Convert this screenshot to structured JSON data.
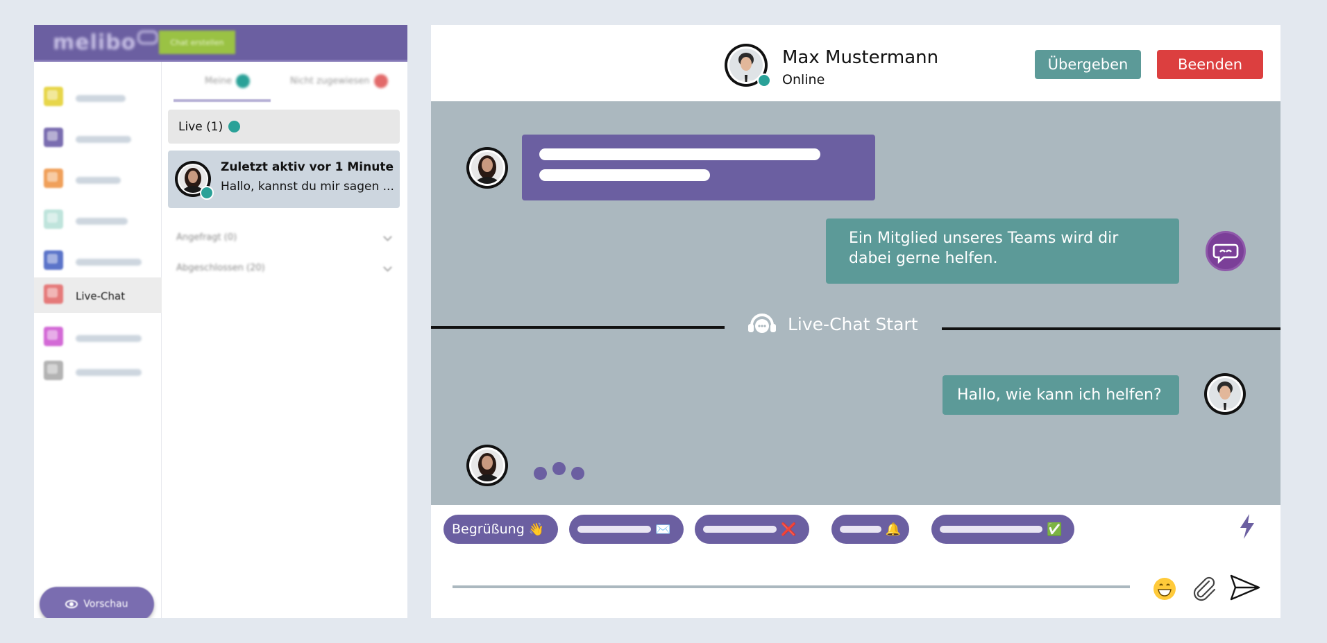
{
  "left_app": {
    "logo": "melibo",
    "create_button": "Chat erstellen",
    "nav": {
      "active_label": "Live-Chat",
      "icons": [
        "dashboard-icon",
        "chat-icon",
        "integrations-icon",
        "analytics-icon",
        "automation-icon",
        "live-chat-icon",
        "design-icon",
        "settings-icon"
      ]
    },
    "preview_button": "Vorschau",
    "tabs": {
      "mine": "Meine",
      "unassigned": "Nicht zugewiesen"
    },
    "live_header": "Live (1)",
    "chat_item": {
      "title": "Zuletzt aktiv vor 1 Minute",
      "preview": "Hallo, kannst du mir sagen ..."
    },
    "sections": {
      "requested": "Angefragt (0)",
      "closed": "Abgeschlossen (20)"
    }
  },
  "chat": {
    "agent_name": "Max Mustermann",
    "agent_status": "Online",
    "buttons": {
      "transfer": "Übergeben",
      "end": "Beenden"
    },
    "messages": {
      "bot_reply": "Ein Mitglied unseres Teams wird dir dabei gerne helfen.",
      "divider": "Live-Chat Start",
      "agent_reply": "Hallo, wie kann ich helfen?"
    },
    "quick_replies": [
      {
        "label": "Begrüßung",
        "emoji": "👋"
      },
      {
        "label": "",
        "emoji": "✉️"
      },
      {
        "label": "",
        "emoji": "❌"
      },
      {
        "label": "",
        "emoji": "🔔"
      },
      {
        "label": "",
        "emoji": "✅"
      }
    ],
    "input": {
      "value": "",
      "placeholder": ""
    }
  },
  "colors": {
    "brand_purple": "#6b5fa1",
    "teal": "#5c9a98",
    "danger": "#dc3f3f",
    "chat_bg": "#abb8bf",
    "online": "#2aa198"
  }
}
